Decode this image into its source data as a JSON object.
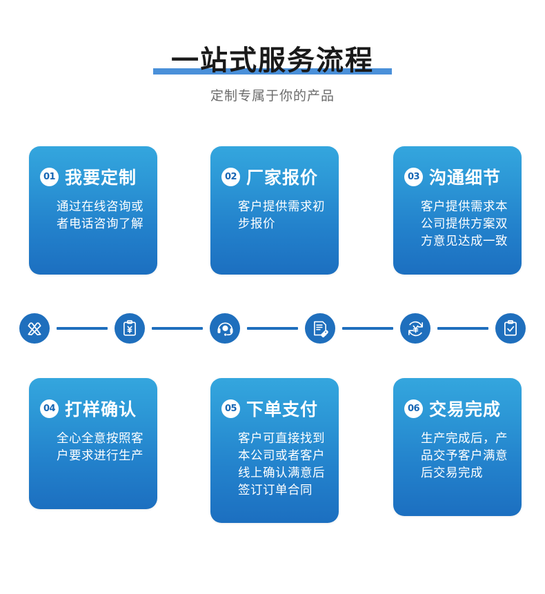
{
  "header": {
    "title": "一站式服务流程",
    "subtitle": "定制专属于你的产品",
    "accent_color": "#4a90d9",
    "title_color": "#1a1a1a",
    "subtitle_color": "#6b6b6b"
  },
  "theme": {
    "card_gradient_top": "#34a6de",
    "card_gradient_bottom": "#1c6fc0",
    "icon_blue": "#1f6fbd",
    "badge_bg": "#ffffff",
    "badge_text": "#1766b4"
  },
  "steps": [
    {
      "number": "01",
      "title": "我要定制",
      "desc": "通过在线咨询或者电话咨询了解"
    },
    {
      "number": "02",
      "title": "厂家报价",
      "desc": "客户提供需求初步报价"
    },
    {
      "number": "03",
      "title": "沟通细节",
      "desc": "客户提供需求本公司提供方案双方意见达成一致"
    },
    {
      "number": "04",
      "title": "打样确认",
      "desc": "全心全意按照客户要求进行生产"
    },
    {
      "number": "05",
      "title": "下单支付",
      "desc": "客户可直接找到本公司或者客户线上确认满意后签订订单合同"
    },
    {
      "number": "06",
      "title": "交易完成",
      "desc": "生产完成后，产品交予客户满意后交易完成"
    }
  ],
  "icon_strip": {
    "icons": [
      {
        "name": "design-tools-icon",
        "meaning": "设计打样"
      },
      {
        "name": "clipboard-yuan-icon",
        "meaning": "报价单"
      },
      {
        "name": "headset-support-icon",
        "meaning": "客服沟通"
      },
      {
        "name": "document-tag-icon",
        "meaning": "签订合同"
      },
      {
        "name": "yuan-refresh-icon",
        "meaning": "下单支付"
      },
      {
        "name": "clipboard-check-icon",
        "meaning": "交易完成"
      }
    ]
  }
}
